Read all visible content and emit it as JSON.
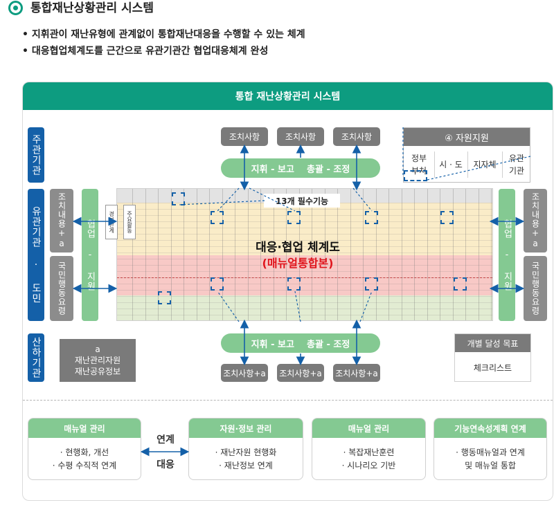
{
  "header": {
    "title": "통합재난상황관리 시스템",
    "bullets": [
      "지휘관이 재난유형에 관계없이 통합재난대응을 수행할 수 있는 체계",
      "대응협업체계도를 근간으로 유관기관간 협업대응체계 완성"
    ]
  },
  "panel": {
    "title": "통합 재난상황관리 시스템",
    "side_labels": {
      "top": "주관기관",
      "middle": "유관기관 · 도민",
      "bottom": "산하기관"
    },
    "top_actions": [
      "조치사항",
      "조치사항",
      "조치사항"
    ],
    "command_bar_top": "지휘 - 보고    총괄 - 조정",
    "command_bar_bottom": "지휘 - 보고    총괄 - 조정",
    "bottom_actions": [
      "조치사항+a",
      "조치사항+a",
      "조치사항+a"
    ],
    "left_boxes": {
      "action": "조치내용+a",
      "citizen": "국민행동요령",
      "support": "협업 - 지원"
    },
    "right_boxes": {
      "action": "조치내용+a",
      "citizen": "국민행동요령",
      "support": "협업 - 지원"
    },
    "table": {
      "essential_label": "13개 필수기능",
      "overlay_title": "대응·협업 체계도",
      "overlay_subtitle": "(매뉴얼통합본)",
      "small_labels": [
        "경보단계",
        "주요활동"
      ]
    },
    "resource_support": {
      "title": "④ 자원지원",
      "items": [
        "정부부처",
        "시 · 도",
        "지자체",
        "유관기관"
      ]
    },
    "sub_agency_box": [
      "a",
      "재난관리자원",
      "재난공유정보"
    ],
    "goal_box": {
      "title": "개별 달성 목표",
      "body": "체크리스트"
    }
  },
  "bottom": {
    "cards": [
      {
        "title": "매뉴얼 관리",
        "lines": [
          "· 현행화, 개선",
          "· 수평 수직적 연계"
        ]
      },
      {
        "title": "자원·정보 관리",
        "lines": [
          "· 재난자원 현행화",
          "· 재난정보 연계"
        ]
      },
      {
        "title": "매뉴얼 관리",
        "lines": [
          "· 복잡재난훈련",
          "· 시나리오 기반"
        ]
      },
      {
        "title": "기능연속성계획 연계",
        "lines": [
          "· 행동매뉴얼과 연계",
          "및 매뉴얼 통합"
        ]
      }
    ],
    "link_top": "연계",
    "link_bottom": "대응"
  },
  "colors": {
    "teal": "#0d9c80",
    "blue": "#1460a8",
    "green": "#84c992",
    "gray": "#7a7a7a",
    "red_text": "#e0141c"
  }
}
